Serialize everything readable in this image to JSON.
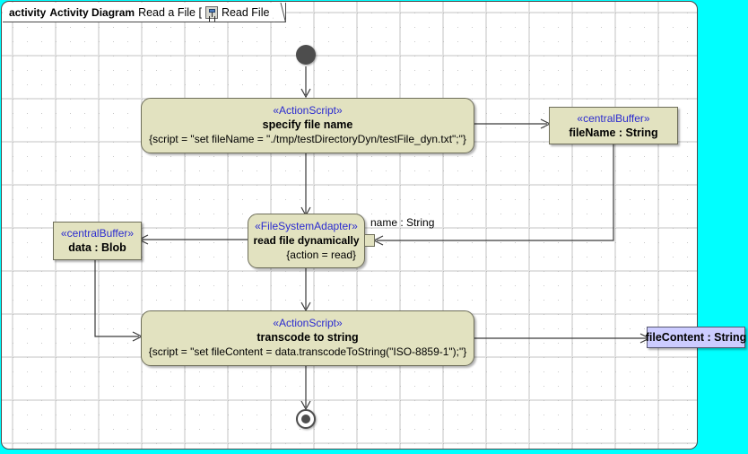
{
  "frame": {
    "keyword": "activity",
    "type": "Activity Diagram",
    "name": "Read a File [",
    "icon": "activity-diagram-icon",
    "element": "Read File",
    "close_bracket": "]",
    "background_color": "#00ffff",
    "canvas_color": "#ffffff",
    "border_color": "#4a4a4a"
  },
  "colors": {
    "action_fill": "#e2e2c0",
    "action_border": "#6e6e5a",
    "object_fill": "#ccccff",
    "stereotype_text": "#2b2bd0",
    "edge": "#3a3a3a"
  },
  "nodes": {
    "initial": {
      "name": "initial-node"
    },
    "specify_file_name": {
      "stereotype": "«ActionScript»",
      "name": "specify file name",
      "constraint": "{script = \"set fileName = \"./tmp/testDirectoryDyn/testFile_dyn.txt\";\"}"
    },
    "filename_buffer": {
      "stereotype": "«centralBuffer»",
      "name": "fileName : String"
    },
    "read_file": {
      "stereotype": "«FileSystemAdapter»",
      "name": "read file dynamically",
      "constraint": "{action = read}",
      "pin_label": "name : String"
    },
    "data_buffer": {
      "stereotype": "«centralBuffer»",
      "name": "data : Blob"
    },
    "transcode": {
      "stereotype": "«ActionScript»",
      "name": "transcode to string",
      "constraint": "{script = \"set fileContent = data.transcodeToString(\"ISO-8859-1\");\"}"
    },
    "file_content": {
      "name": "fileContent : String"
    },
    "final": {
      "name": "activity-final-node"
    }
  }
}
